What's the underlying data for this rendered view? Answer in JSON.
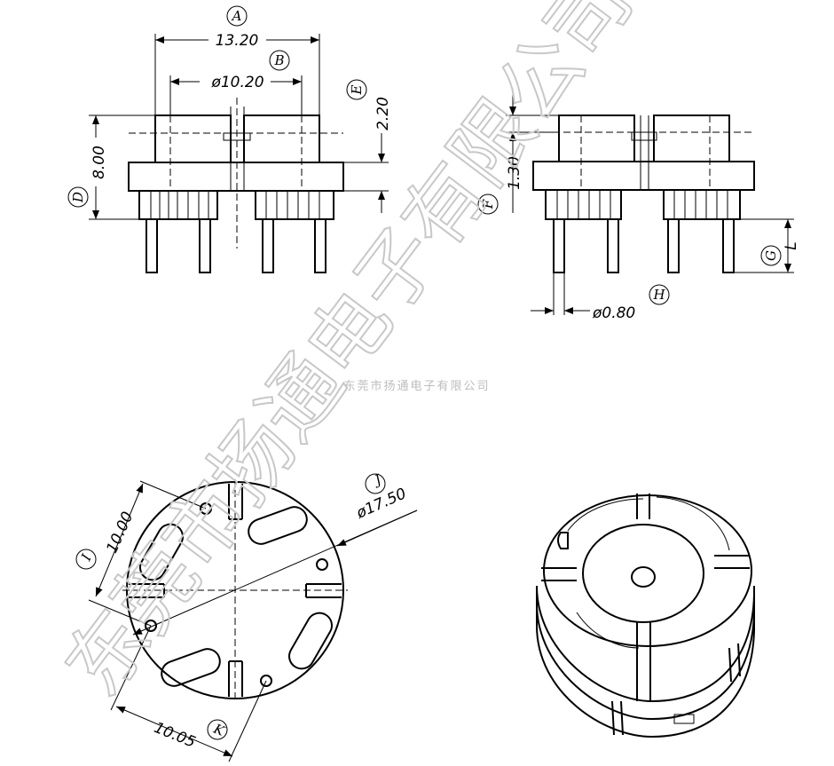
{
  "dimensions": {
    "a": {
      "label": "A",
      "value": "13.20"
    },
    "b": {
      "label": "B",
      "value": "ø10.20"
    },
    "e": {
      "label": "E",
      "value": "2.20"
    },
    "d": {
      "label": "D",
      "value": "8.00"
    },
    "f": {
      "label": "F",
      "value": "1.30"
    },
    "g": {
      "label": "G",
      "value": "L"
    },
    "h": {
      "label": "H",
      "value": "ø0.80"
    },
    "i": {
      "label": "I",
      "value": "10.00"
    },
    "j": {
      "label": "J",
      "value": "ø17.50"
    },
    "k": {
      "label": "K",
      "value": "10.05"
    }
  },
  "watermark": {
    "small": "东莞市扬通电子有限公司",
    "large": "东莞市扬通电子有限公司"
  }
}
